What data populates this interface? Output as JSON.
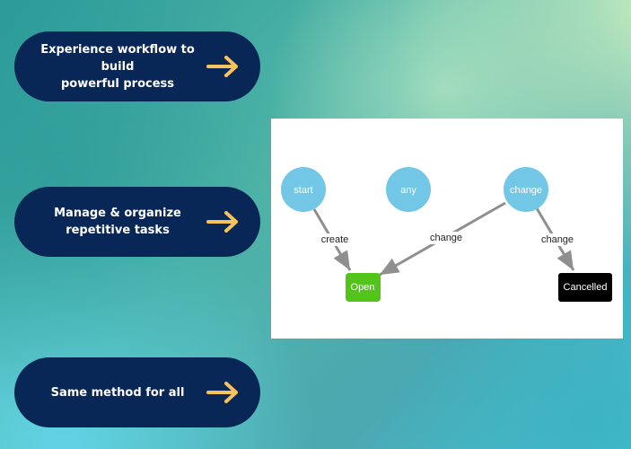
{
  "ctas": [
    {
      "text": "Experience  workflow to build\npowerful process",
      "icon": "arrow-right-icon"
    },
    {
      "text": "Manage & organize\nrepetitive tasks",
      "icon": "arrow-right-icon"
    },
    {
      "text": "Same method for all",
      "icon": "arrow-right-icon"
    }
  ],
  "diagram": {
    "nodes": [
      {
        "id": "start",
        "label": "start",
        "shape": "circle",
        "color": "#73c7e6"
      },
      {
        "id": "any",
        "label": "any",
        "shape": "circle",
        "color": "#73c7e6"
      },
      {
        "id": "change",
        "label": "change",
        "shape": "circle",
        "color": "#73c7e6"
      },
      {
        "id": "open",
        "label": "Open",
        "shape": "rect",
        "color": "#52c41a"
      },
      {
        "id": "cancelled",
        "label": "Cancelled",
        "shape": "rect",
        "color": "#000000"
      }
    ],
    "edges": [
      {
        "from": "start",
        "to": "open",
        "label": "create"
      },
      {
        "from": "change",
        "to": "open",
        "label": "change"
      },
      {
        "from": "change",
        "to": "cancelled",
        "label": "change"
      }
    ]
  },
  "colors": {
    "cta_bg": "#082756",
    "arrow": "#f6c25c",
    "edge": "#8f8f8f"
  }
}
